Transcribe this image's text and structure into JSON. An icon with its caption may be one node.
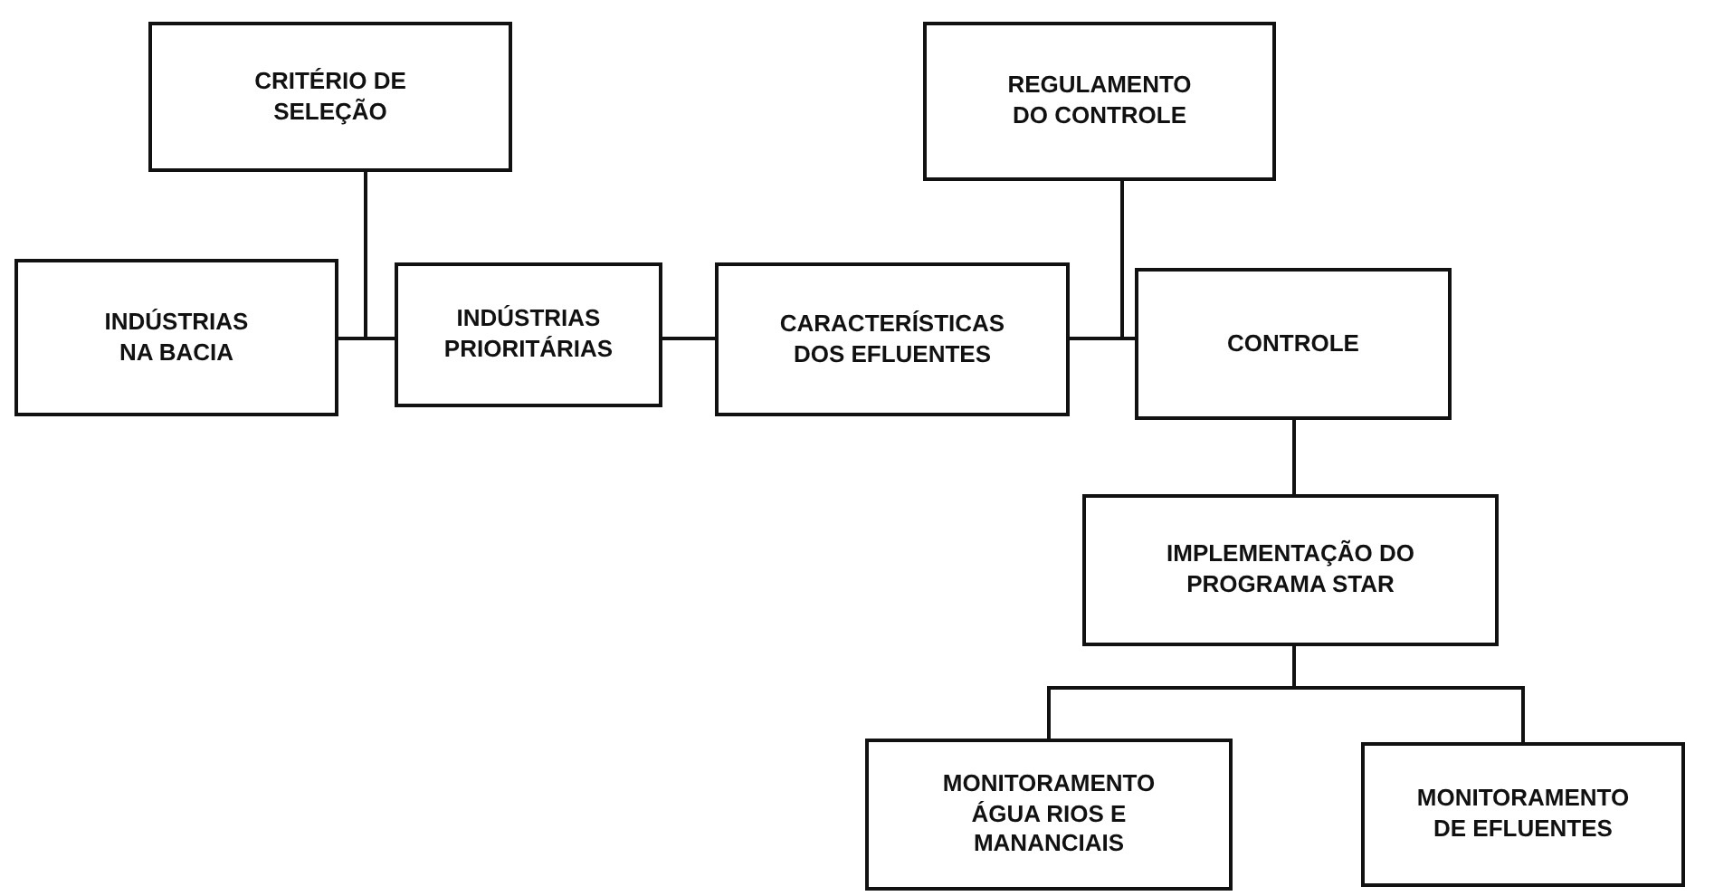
{
  "diagram": {
    "nodes": [
      {
        "text": [
          "CRITÉRIO DE SELEÇÃO"
        ]
      },
      {
        "text": [
          "INDÚSTRIAS NA BACIA"
        ]
      },
      {
        "text": [
          "INDÚSTRIAS PRIORITÁRIAS"
        ]
      },
      {
        "text": [
          "CARACTERÍSTICAS DOS EFLUENTES"
        ]
      },
      {
        "text": [
          "REGULAMENTO DO CONTROLE"
        ]
      },
      {
        "text": [
          "CONTROLE"
        ]
      },
      {
        "text": [
          "IMPLEMENTAÇÃO DO PROGRAMA STAR"
        ]
      },
      {
        "text": [
          "MONITORAMENTO ÁGUA RIOS E MANANCIAIS"
        ]
      },
      {
        "text": [
          "MONITORAMENTO DE EFLUENTES"
        ]
      }
    ],
    "edges": [
      {
        "from": 1,
        "to": 2,
        "arrow": "none"
      },
      {
        "from": 0,
        "to": 2,
        "arrow": "none"
      },
      {
        "from": 2,
        "to": 3,
        "arrow": "none"
      },
      {
        "from": 3,
        "to": 5,
        "arrow": "none"
      },
      {
        "from": 4,
        "to": 5,
        "arrow": "none"
      },
      {
        "from": 5,
        "to": 6,
        "arrow": "none"
      },
      {
        "from": 6,
        "to": 7,
        "arrow": "none"
      },
      {
        "from": 6,
        "to": 8,
        "arrow": "none"
      }
    ]
  }
}
